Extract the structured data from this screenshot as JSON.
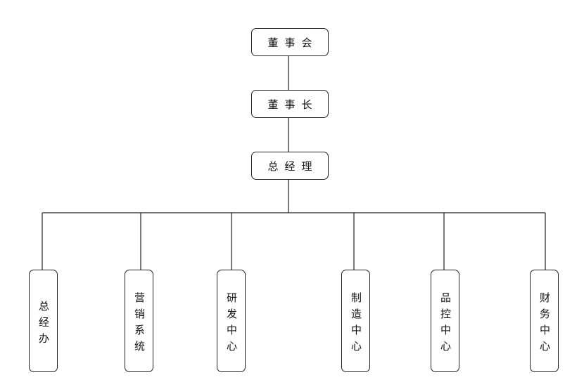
{
  "org_chart": {
    "board": "董事会",
    "chairman": "董事长",
    "general_manager": "总经理",
    "departments": [
      {
        "label": "总经办"
      },
      {
        "label": "营销系统"
      },
      {
        "label": "研发中心"
      },
      {
        "label": "制造中心"
      },
      {
        "label": "品控中心"
      },
      {
        "label": "财务中心"
      }
    ]
  }
}
